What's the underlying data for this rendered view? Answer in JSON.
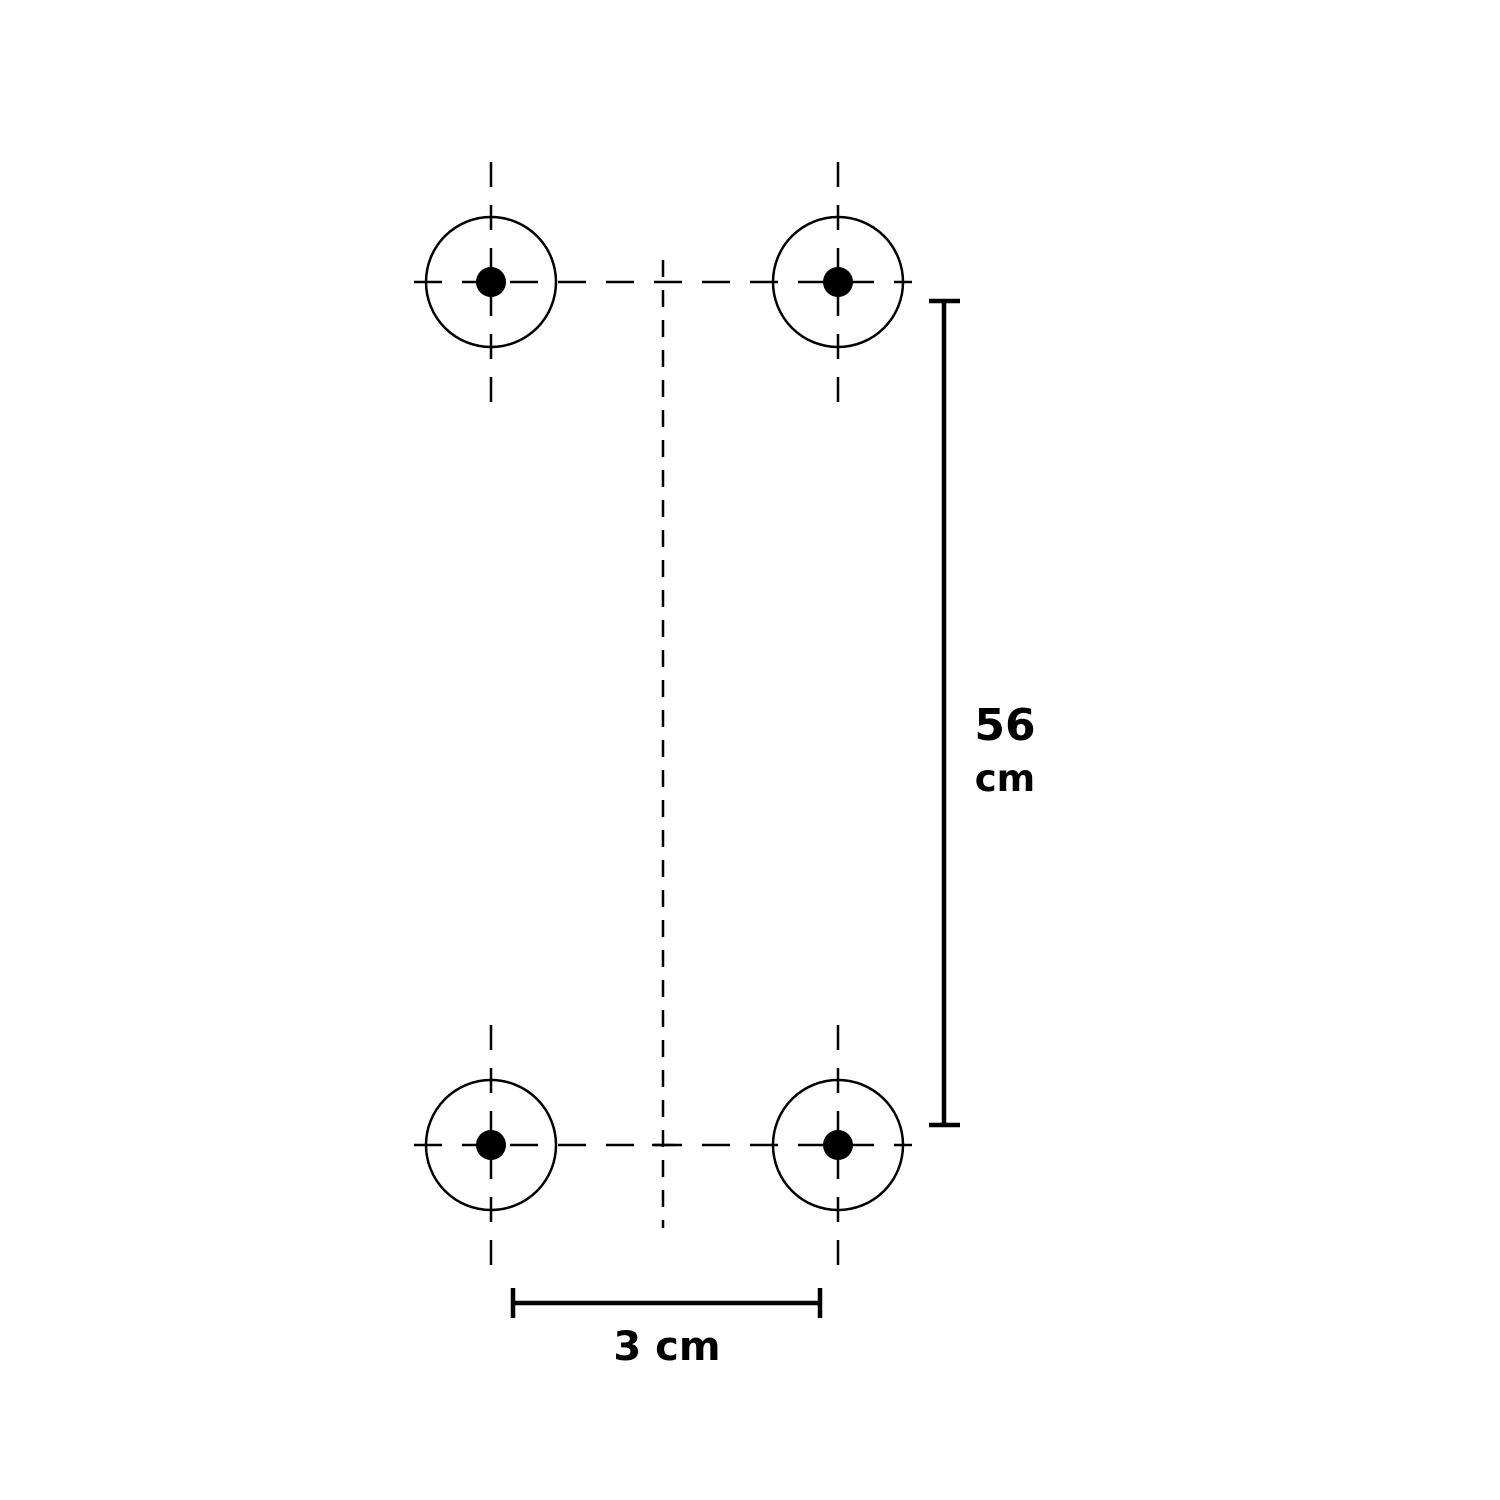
{
  "dimensions": {
    "vertical_value": "56",
    "vertical_unit": "cm",
    "horizontal_label": "3 cm"
  },
  "holes": [
    {
      "name": "top-left"
    },
    {
      "name": "top-right"
    },
    {
      "name": "bottom-left"
    },
    {
      "name": "bottom-right"
    }
  ],
  "colors": {
    "line": "#000000",
    "background": "#ffffff"
  }
}
